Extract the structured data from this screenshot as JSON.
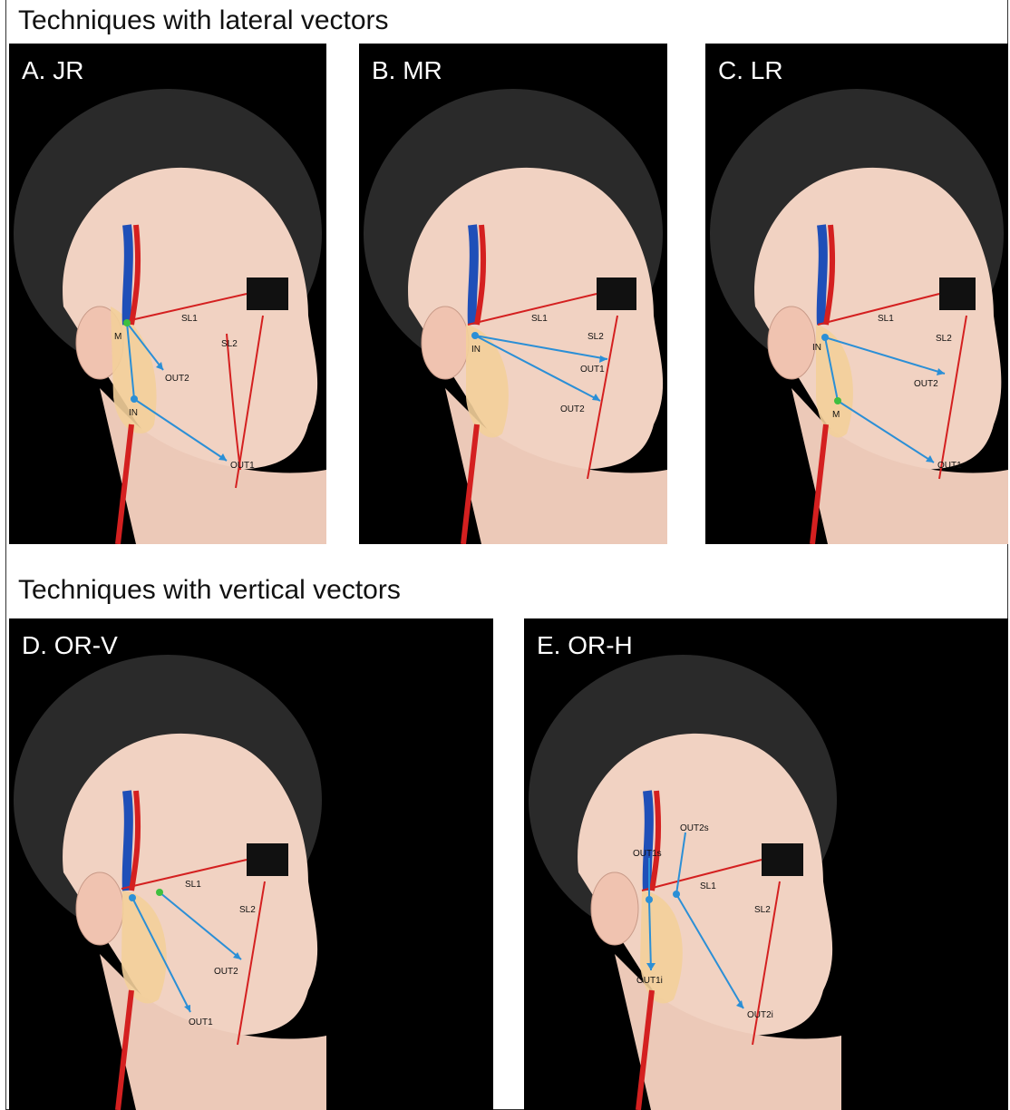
{
  "sections": [
    {
      "title": "Techniques with lateral vectors"
    },
    {
      "title": "Techniques with vertical vectors"
    }
  ],
  "panels": [
    {
      "label": "A. JR",
      "sl1": "SL1",
      "sl2": "SL2",
      "points": {
        "m": "M",
        "in": "IN",
        "out1": "OUT1",
        "out2": "OUT2"
      }
    },
    {
      "label": "B. MR",
      "sl1": "SL1",
      "sl2": "SL2",
      "points": {
        "in": "IN",
        "out1": "OUT1",
        "out2": "OUT2"
      }
    },
    {
      "label": "C. LR",
      "sl1": "SL1",
      "sl2": "SL2",
      "points": {
        "in": "IN",
        "m": "M",
        "out1": "OUT1",
        "out2": "OUT2"
      }
    },
    {
      "label": "D. OR-V",
      "sl1": "SL1",
      "sl2": "SL2",
      "points": {
        "out1": "OUT1",
        "out2": "OUT2"
      }
    },
    {
      "label": "E. OR-H",
      "sl1": "SL1",
      "sl2": "SL2",
      "points": {
        "out1s": "OUT1s",
        "out2s": "OUT2s",
        "out1i": "OUT1i",
        "out2i": "OUT2i"
      }
    }
  ],
  "colors": {
    "vector": "#2b8fd6",
    "entry_point": "#2b8fd6",
    "midpoint": "#3fbf3f",
    "artery": "#d42020",
    "vein": "#1f4fb8",
    "nerve": "#e8c27a",
    "gland": "#f3cf9a",
    "skin": "#f1d2c2",
    "hair": "#2a2a2a",
    "eye_bar": "#111111"
  }
}
